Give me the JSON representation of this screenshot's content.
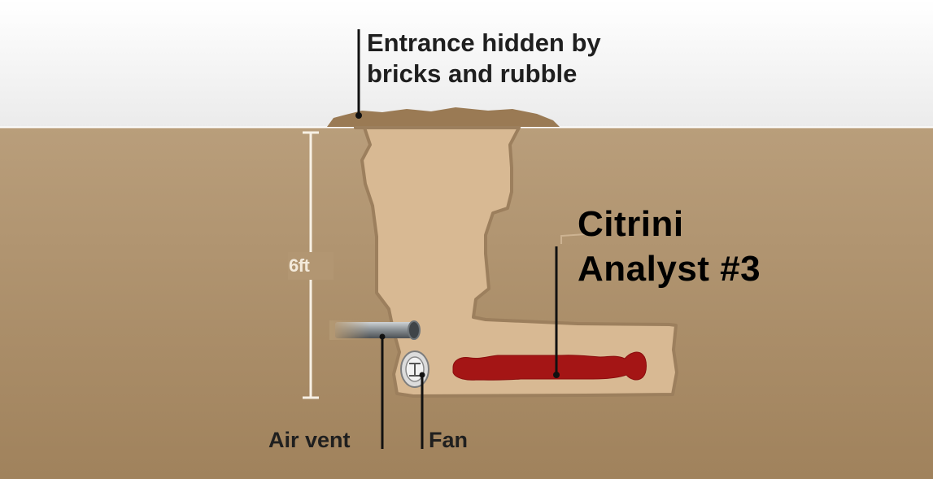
{
  "labels": {
    "entrance_line1": "Entrance hidden by",
    "entrance_line2": "bricks and rubble",
    "depth": "6ft",
    "citrini_line1": "Citrini",
    "citrini_line2": "Analyst #3",
    "air_vent": "Air vent",
    "fan": "Fan"
  },
  "colors": {
    "sky_top": "#ffffff",
    "sky_bottom": "#ececec",
    "soil_top": "#b79c79",
    "soil_bottom": "#a2845f",
    "tunnel": "#d9b995",
    "tunnel_edge": "#9b7e5c",
    "rubble": "#9b7b55",
    "body": "#a61616",
    "dimension_line": "#f7f0e4",
    "leader_line": "#111111"
  },
  "icons": [
    "air-vent-pipe-icon",
    "fan-icon",
    "body-silhouette-icon"
  ]
}
